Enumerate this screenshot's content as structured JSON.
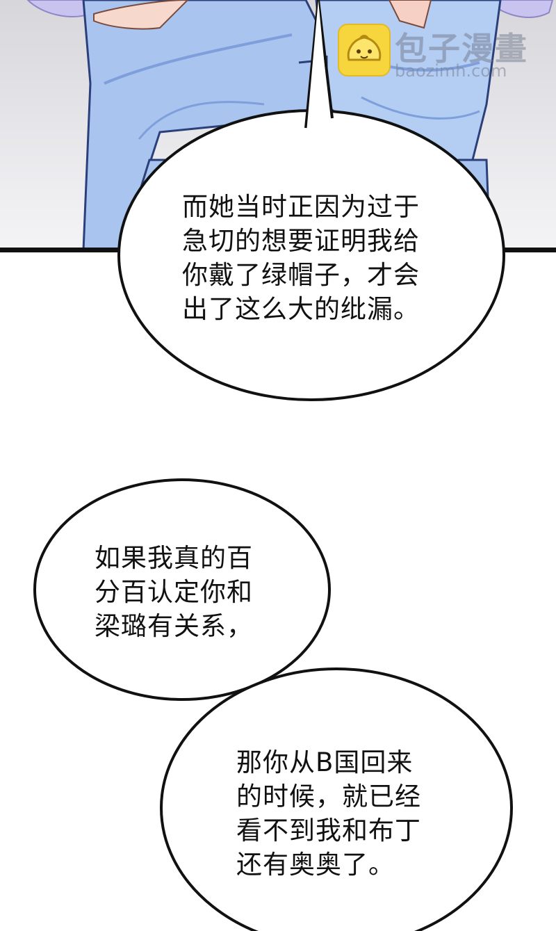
{
  "watermark": {
    "brand_cn": "包子漫畫",
    "brand_en": "baozimh.com",
    "logo_icon": "steamed-bun-icon"
  },
  "colors": {
    "jacket": "#a9c4ee",
    "jacket_shadow": "#7e9fdb",
    "hair": "#c9c3ef",
    "bubble_fill": "#ffffff",
    "outline": "#111111"
  },
  "bubbles": {
    "top": {
      "lines": [
        "而她当时正因为过于",
        "急切的想要证明我给",
        "你戴了绿帽子，才会",
        "出了这么大的纰漏。"
      ]
    },
    "middle": {
      "lines": [
        "如果我真的百",
        "分百认定你和",
        "梁璐有关系，"
      ]
    },
    "bottom": {
      "lines": [
        "那你从B国回来",
        "的时候，就已经",
        "看不到我和布丁",
        "还有奥奥了。"
      ]
    }
  }
}
